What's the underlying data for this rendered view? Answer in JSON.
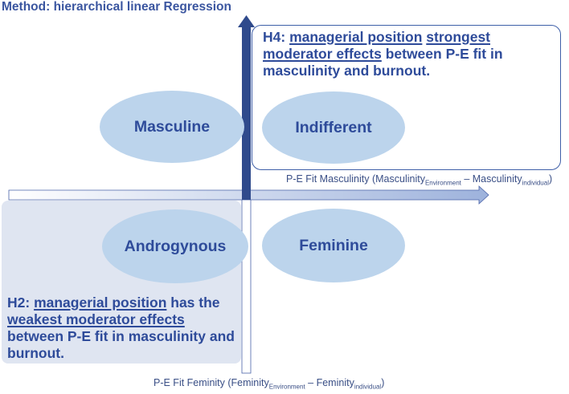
{
  "title": "Method: hierarchical linear Regression",
  "quadrants": {
    "top_left": "Masculine",
    "top_right": "Indifferent",
    "bottom_left": "Androgynous",
    "bottom_right": "Feminine"
  },
  "h4": {
    "label": "H4:",
    "underline1": "managerial position",
    "underline2": "strongest moderator effects",
    "rest": " between P-E fit in masculinity and burnout."
  },
  "h2": {
    "label": "H2:",
    "underline1": "managerial position",
    "mid": " has the ",
    "underline2": "weakest moderator effects",
    "rest": " between P-E fit in masculinity and burnout."
  },
  "x_axis_label": {
    "prefix": "P-E Fit Masculinity (Masculinity",
    "sub1": "Environment",
    "middle": " – Masculinity",
    "sub2": "individual",
    "suffix": ")"
  },
  "y_axis_label": {
    "prefix": "P-E Fit Feminity (Feminity",
    "sub1": "Environment",
    "middle": " – Feminity",
    "sub2": "individual",
    "suffix": ")"
  },
  "colors": {
    "accent": "#2e4b9a",
    "ellipse": "#bcd4ec",
    "panel": "#dfe5f1",
    "arrow_dark": "#2f4a8c",
    "arrow_light": "#aebfe0"
  }
}
